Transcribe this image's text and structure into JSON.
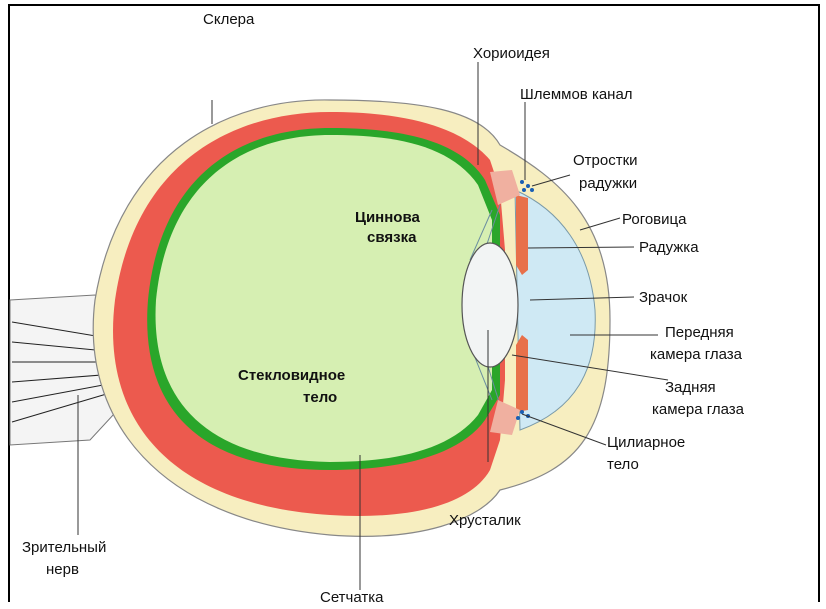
{
  "diagram": {
    "labels": {
      "sclera": "Склера",
      "choroid": "Хориоидея",
      "schlemm": "Шлеммов канал",
      "iris_processes_1": "Отростки",
      "iris_processes_2": "радужки",
      "cornea": "Роговица",
      "iris": "Радужка",
      "zinn_1": "Циннова",
      "zinn_2": "связка",
      "pupil": "Зрачок",
      "anterior_1": "Передняя",
      "anterior_2": "камера глаза",
      "vitreous_1": "Стекловидное",
      "vitreous_2": "тело",
      "posterior_1": "Задняя",
      "posterior_2": "камера глаза",
      "ciliary_1": "Цилиарное",
      "ciliary_2": "тело",
      "lens": "Хрусталик",
      "optic_1": "Зрительный",
      "optic_2": "нерв",
      "retina": "Сетчатка"
    },
    "colors": {
      "sclera": "#f7eec0",
      "choroid": "#ec5a4e",
      "retina": "#2aa62a",
      "vitreous": "#d6efb2",
      "aqueous": "#cfe9f4",
      "lens": "#f2f4f4",
      "iris": "#e8704a",
      "ciliary": "#f0b0a0",
      "nerve": "#f4f4f4"
    }
  }
}
